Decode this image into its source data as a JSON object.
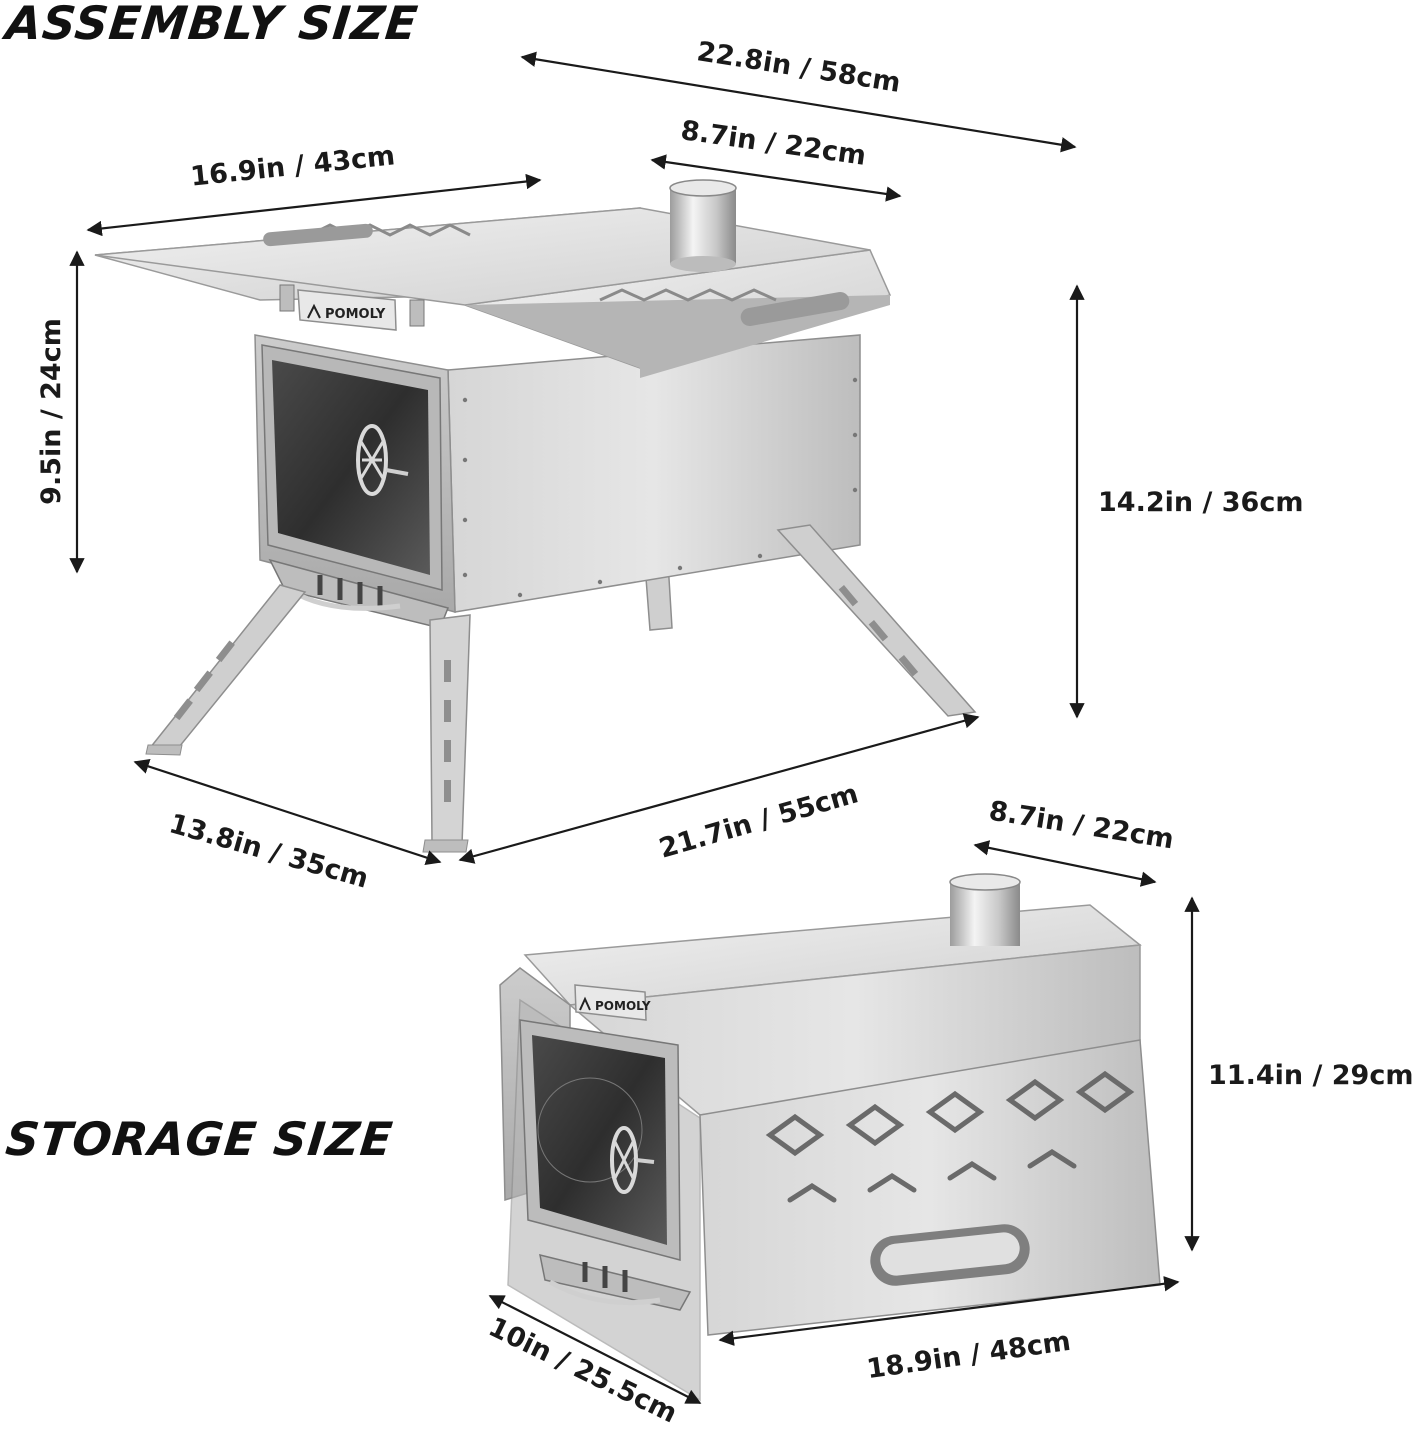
{
  "assembly": {
    "heading": "ASSEMBLY SIZE",
    "brand": "POMOLY",
    "dims": {
      "total_width": "22.8in / 58cm",
      "chimney_offset": "8.7in / 22cm",
      "table_depth": "16.9in / 43cm",
      "body_height": "9.5in / 24cm",
      "total_height": "14.2in / 36cm",
      "base_depth": "13.8in / 35cm",
      "base_width": "21.7in / 55cm"
    }
  },
  "storage": {
    "heading": "STORAGE SIZE",
    "brand": "POMOLY",
    "dims": {
      "chimney_offset": "8.7in / 22cm",
      "height": "11.4in / 29cm",
      "depth": "10in / 25.5cm",
      "width": "18.9in / 48cm"
    }
  },
  "colors": {
    "steel_light": "#e2e2e2",
    "steel_mid": "#c4c4c4",
    "steel_dark": "#8e8e8e",
    "glass": "#3a3a3a",
    "line": "#1a1a1a"
  }
}
